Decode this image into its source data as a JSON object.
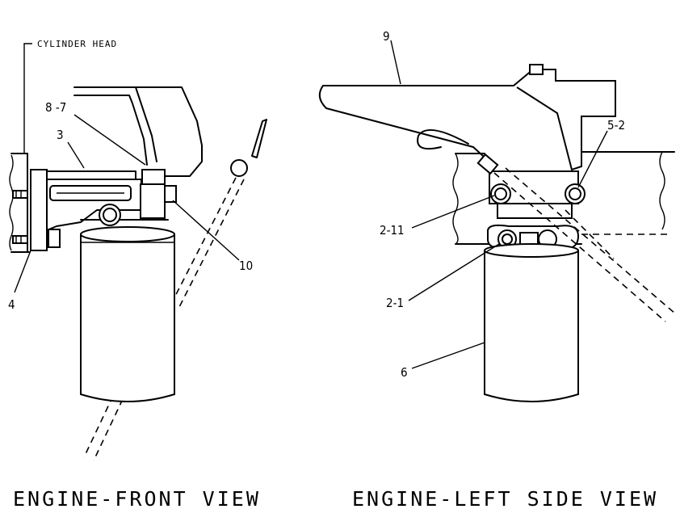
{
  "callouts": {
    "cylinder_head": "CYLINDER HEAD",
    "c8_7": "8 -7",
    "c3": "3",
    "c10": "10",
    "c4": "4",
    "c9": "9",
    "c5_2": "5-2",
    "c2_11": "2-11",
    "c2_1": "2-1",
    "c6": "6"
  },
  "views": {
    "front": "ENGINE-FRONT VIEW",
    "left": "ENGINE-LEFT SIDE VIEW"
  }
}
